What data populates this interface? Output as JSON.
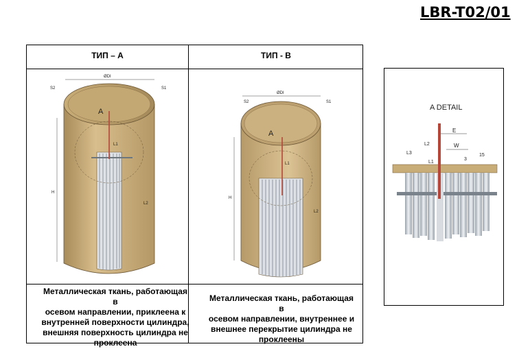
{
  "document": {
    "code": "LBR-T02/01"
  },
  "types_table": {
    "type_a": {
      "header": "ТИП – А",
      "description_lines": [
        "Металлическая ткань, работающая в",
        "осевом направлении, приклеена к",
        "внутренней поверхности цилиндра,",
        "внешняя поверхность цилиндра не",
        "проклеена"
      ],
      "dims": {
        "diameter": "ØDI",
        "s1": "S1",
        "s2": "S2",
        "h": "H",
        "l1": "L1",
        "l2": "L2",
        "a": "A"
      }
    },
    "type_b": {
      "header": "ТИП - В",
      "description_lines": [
        "Металлическая ткань, работающая в",
        "осевом направлении, внутреннее и",
        "внешнее перекрытие цилиндра не",
        "проклеены"
      ],
      "dims": {
        "diameter": "ØDI",
        "s1": "S1",
        "s2": "S2",
        "h": "H",
        "l1": "L1",
        "l2": "L2",
        "a": "A"
      }
    }
  },
  "detail": {
    "title": "A DETAIL",
    "labels": {
      "e": "E",
      "w": "W",
      "l1": "L1",
      "l2": "L2",
      "l3": "L3",
      "three": "3",
      "fifteen": "15"
    }
  },
  "colors": {
    "cylinder_outer": "#c9ad78",
    "cylinder_inner": "#b89a62",
    "mesh": "#9aa3ad",
    "accent_red": "#b5473a"
  }
}
